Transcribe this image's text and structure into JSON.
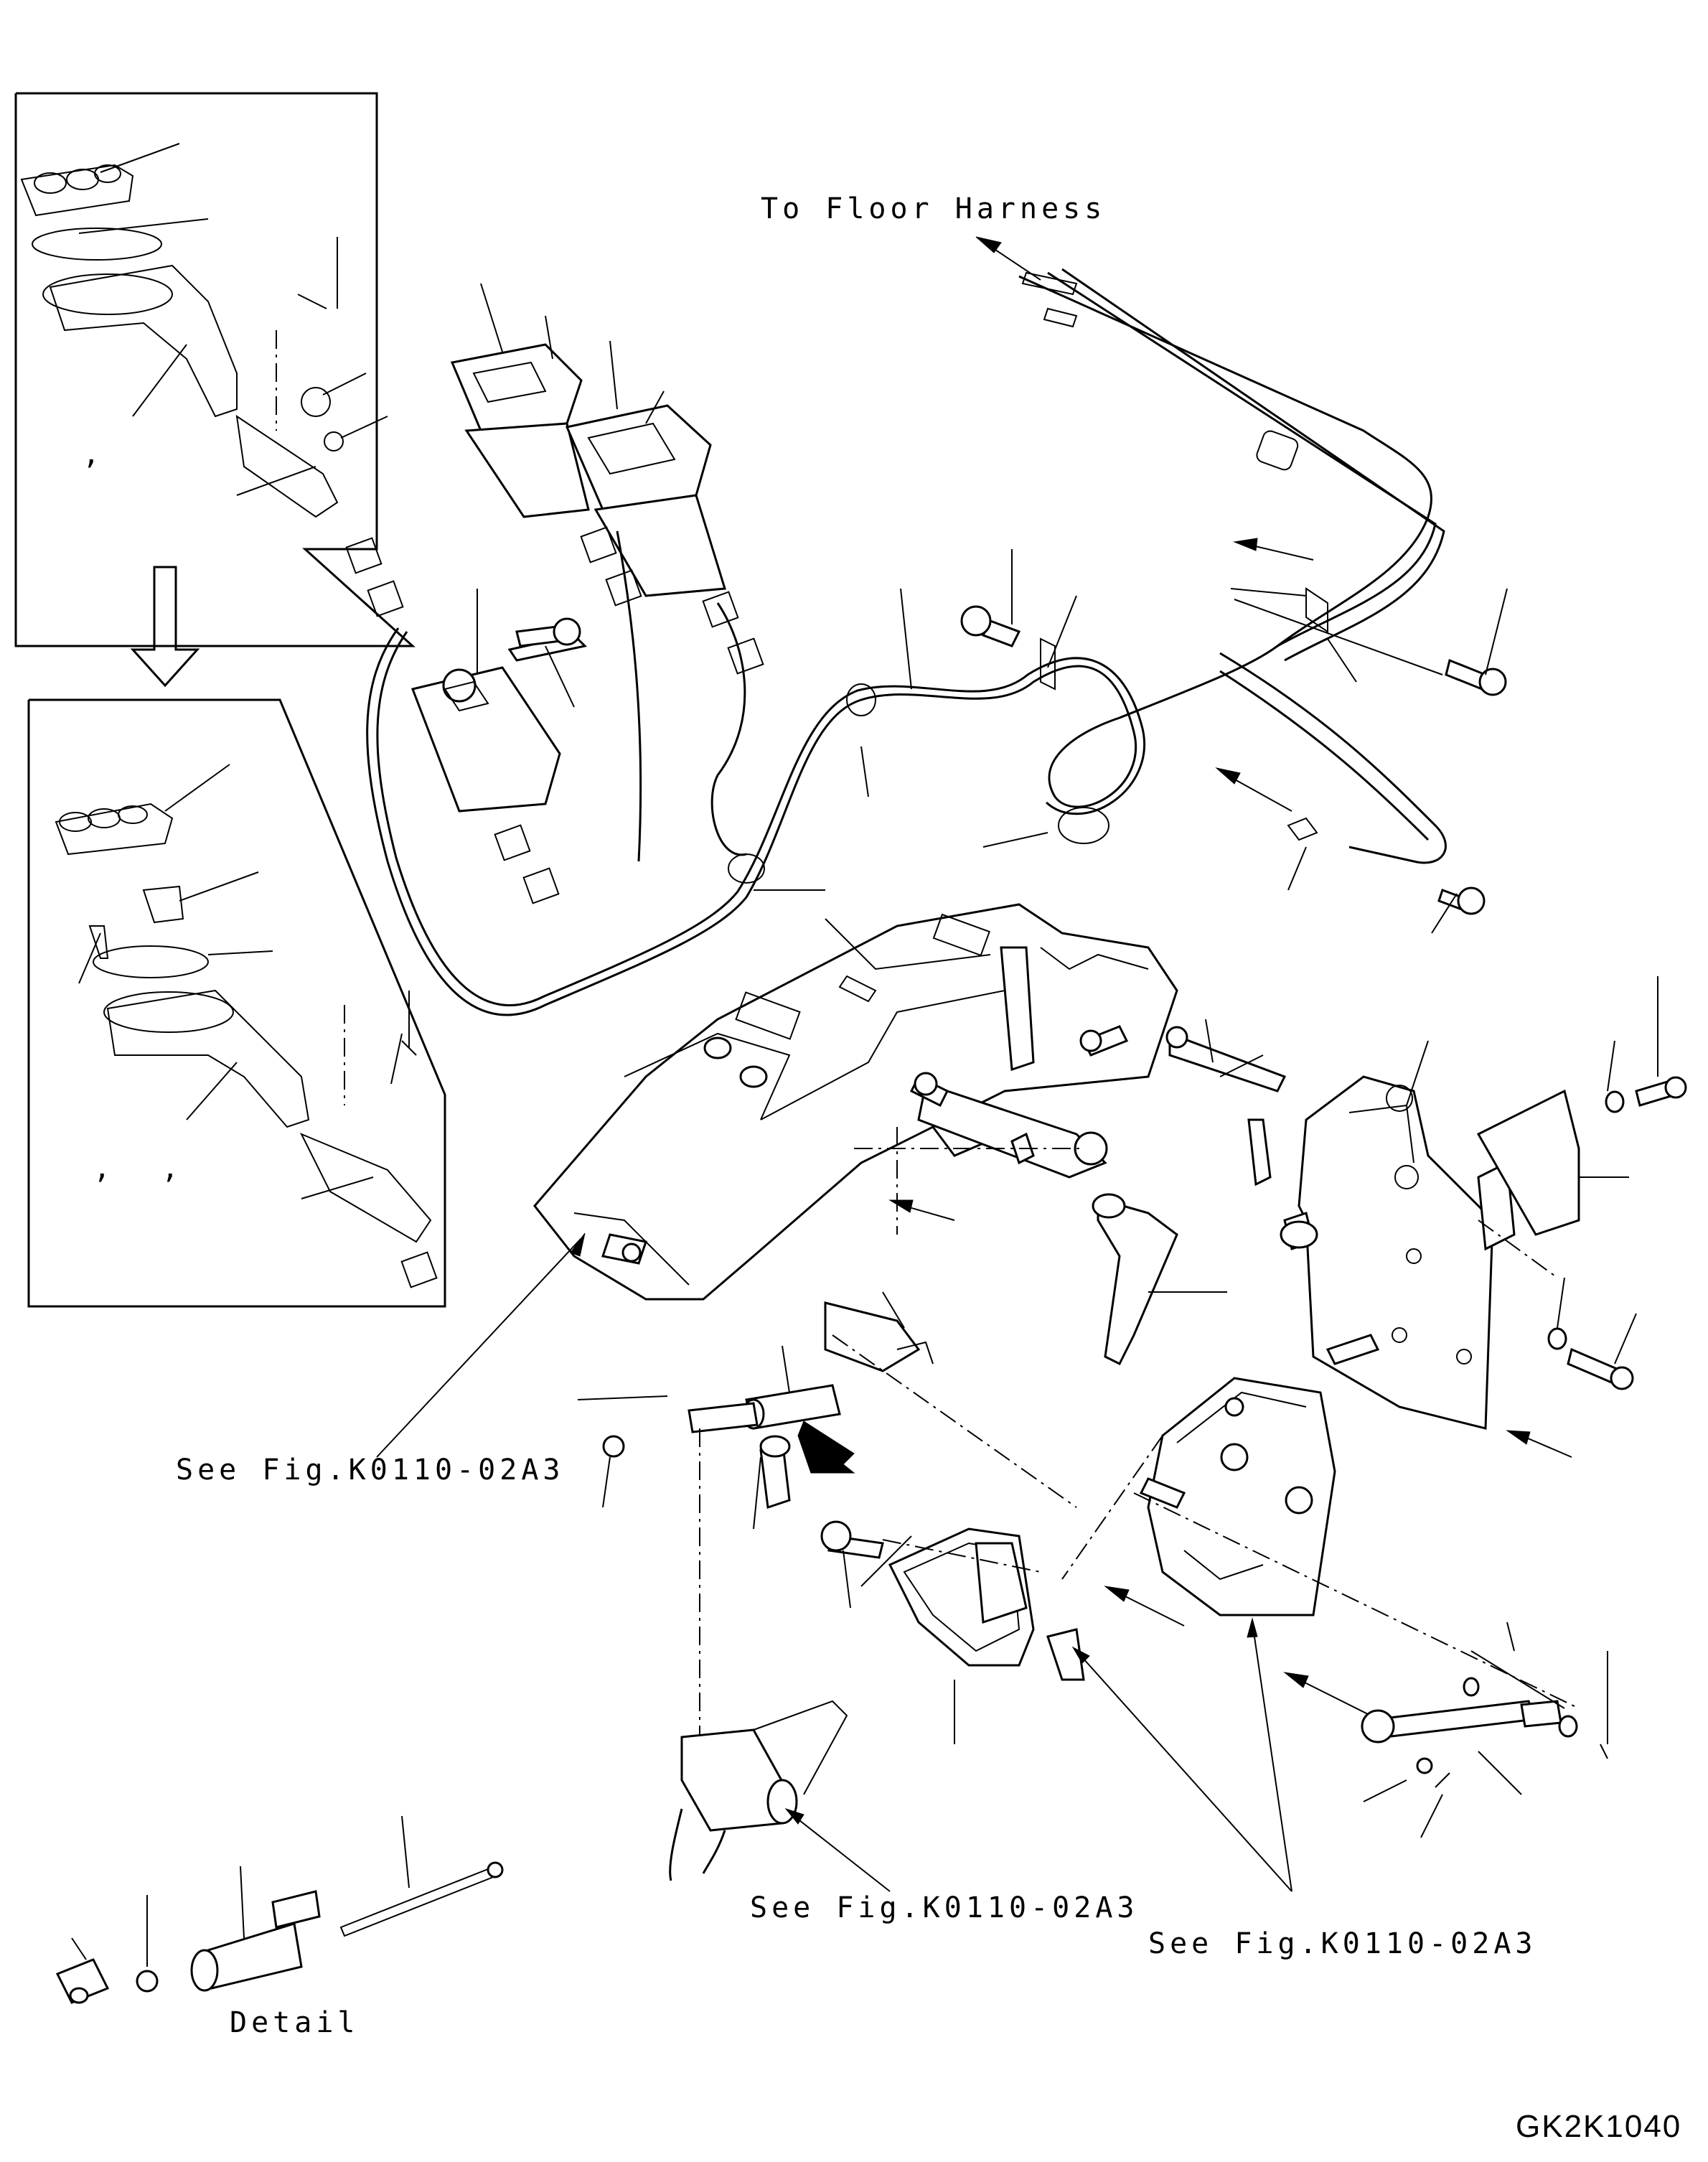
{
  "labels": {
    "to_floor_harness": "To Floor Harness",
    "see_fig_left": "See Fig.K0110-02A3",
    "see_fig_center": "See Fig.K0110-02A3",
    "see_fig_right": "See Fig.K0110-02A3",
    "detail": "Detail",
    "drawing_code": "GK2K1040"
  },
  "inset_marks": {
    "top_comma": ",",
    "bottom_comma_1": ",",
    "bottom_comma_2": ","
  }
}
